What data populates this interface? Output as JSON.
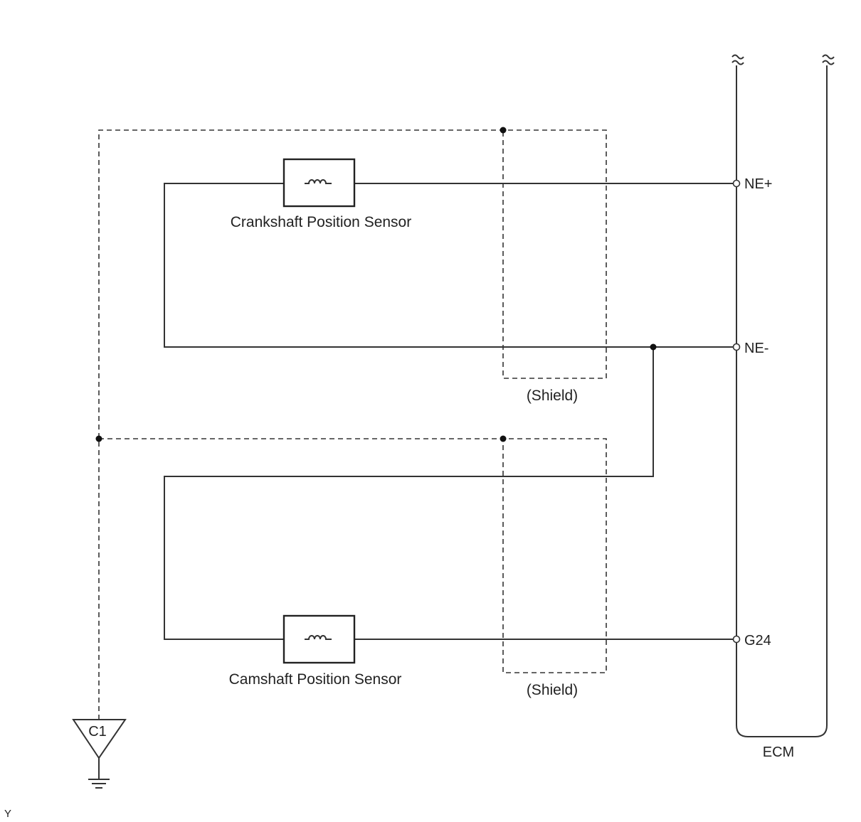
{
  "diagram": {
    "crank_sensor_label": "Crankshaft Position Sensor",
    "cam_sensor_label": "Camshaft Position Sensor",
    "shield_label_1": "(Shield)",
    "shield_label_2": "(Shield)",
    "ground_label": "C1",
    "ecm_label": "ECM",
    "pins": {
      "ne_plus": "NE+",
      "ne_minus": "NE-",
      "g24": "G24"
    },
    "corner_mark": "Y"
  }
}
